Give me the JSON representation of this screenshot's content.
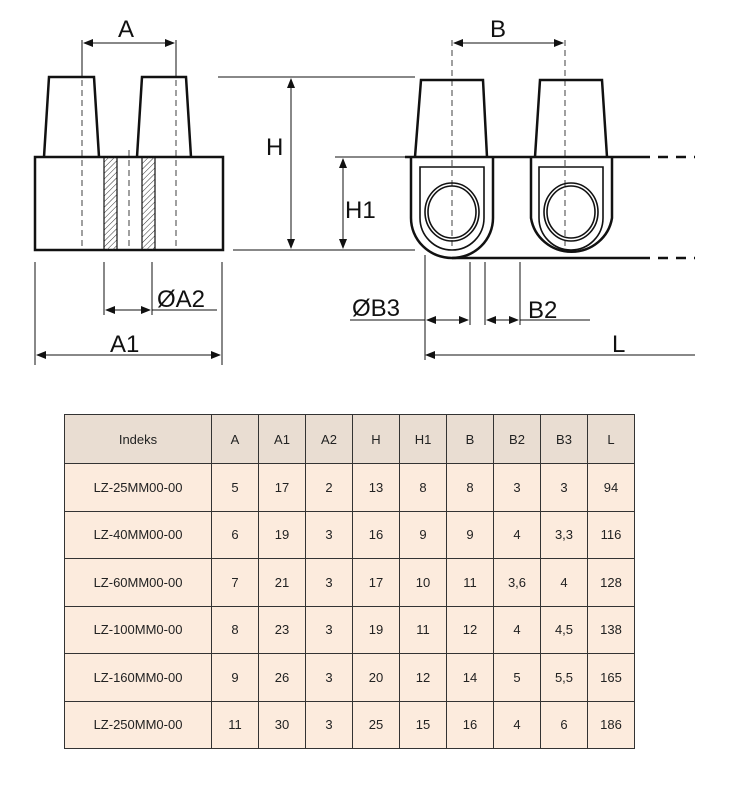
{
  "drawing": {
    "labels": {
      "A": "A",
      "A1": "A1",
      "A2": "ØA2",
      "H": "H",
      "H1": "H1",
      "B": "B",
      "B2": "B2",
      "B3": "ØB3",
      "L": "L"
    }
  },
  "table": {
    "headers": [
      "Indeks",
      "A",
      "A1",
      "A2",
      "H",
      "H1",
      "B",
      "B2",
      "B3",
      "L"
    ],
    "rows": [
      [
        "LZ-25MM00-00",
        "5",
        "17",
        "2",
        "13",
        "8",
        "8",
        "3",
        "3",
        "94"
      ],
      [
        "LZ-40MM00-00",
        "6",
        "19",
        "3",
        "16",
        "9",
        "9",
        "4",
        "3,3",
        "116"
      ],
      [
        "LZ-60MM00-00",
        "7",
        "21",
        "3",
        "17",
        "10",
        "11",
        "3,6",
        "4",
        "128"
      ],
      [
        "LZ-100MM0-00",
        "8",
        "23",
        "3",
        "19",
        "11",
        "12",
        "4",
        "4,5",
        "138"
      ],
      [
        "LZ-160MM0-00",
        "9",
        "26",
        "3",
        "20",
        "12",
        "14",
        "5",
        "5,5",
        "165"
      ],
      [
        "LZ-250MM0-00",
        "11",
        "30",
        "3",
        "25",
        "15",
        "16",
        "4",
        "6",
        "186"
      ]
    ]
  },
  "colors": {
    "header_bg": "#e9ddd2",
    "cell_bg": "#fcebdd",
    "line": "#111111"
  }
}
